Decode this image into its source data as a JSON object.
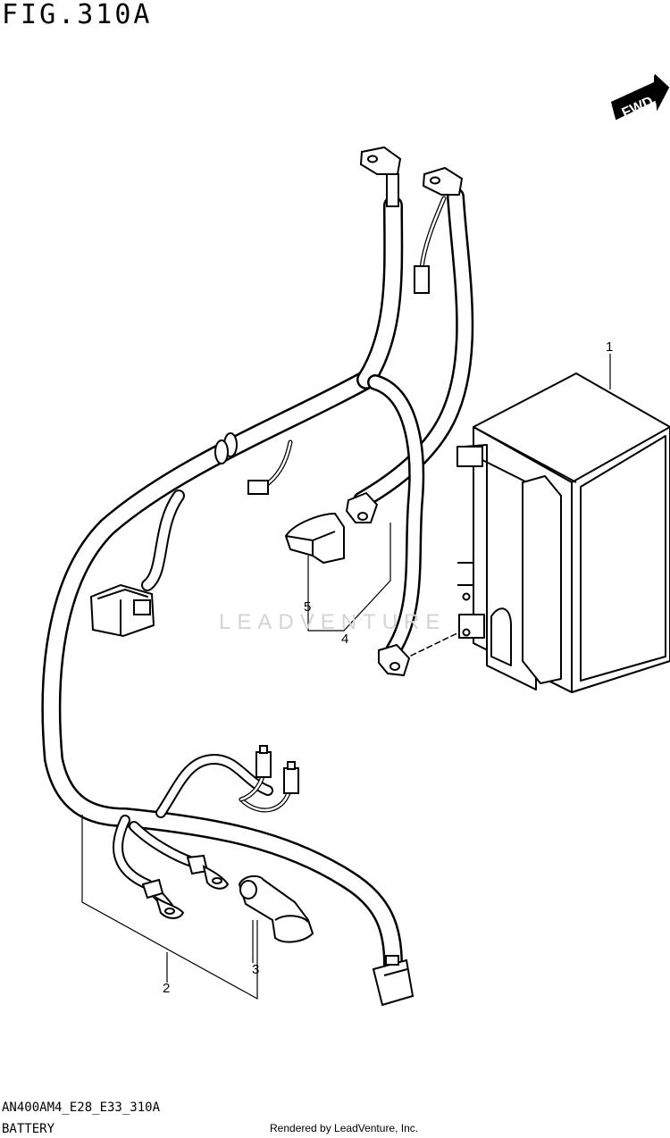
{
  "figure": {
    "title": "FIG.310A",
    "fwd_label": "FWD",
    "watermark": "LEADVENTURE"
  },
  "callouts": {
    "p1": "1",
    "p2": "2",
    "p3": "3",
    "p4": "4",
    "p5": "5"
  },
  "footer": {
    "model_code": "AN400AM4_E28_E33_310A",
    "figure_name": "BATTERY",
    "credit": "Rendered by LeadVenture, Inc."
  }
}
